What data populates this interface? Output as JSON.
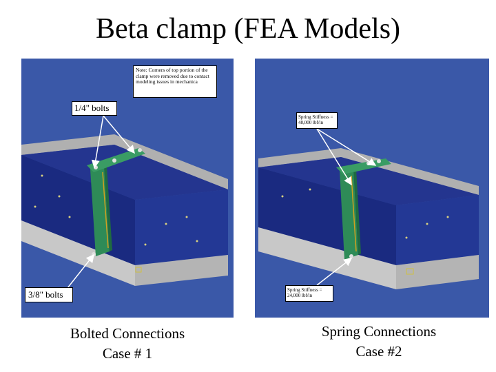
{
  "title": "Beta clamp (FEA Models)",
  "left_model": {
    "note": "Note: Corners of top portion of the clamp were removed due to contact modeling issues in mechanica",
    "bolt_top_label": "1/4\" bolts",
    "bolt_bottom_label": "3/8\" bolts",
    "caption_line1": "Bolted Connections",
    "caption_line2": "Case # 1"
  },
  "right_model": {
    "spring_top_label": "Spring Stiffness = 48,000 lbf/in",
    "spring_bottom_label": "Spring Stiffness = 24,000 lbf/in",
    "caption_line1": "Spring Connections",
    "caption_line2": "Case #2"
  },
  "colors": {
    "background_blue": "#3a58a8",
    "block_navy": "#1a2a80",
    "base_gray": "#c8c8c8",
    "clamp_green": "#2e8b57"
  }
}
